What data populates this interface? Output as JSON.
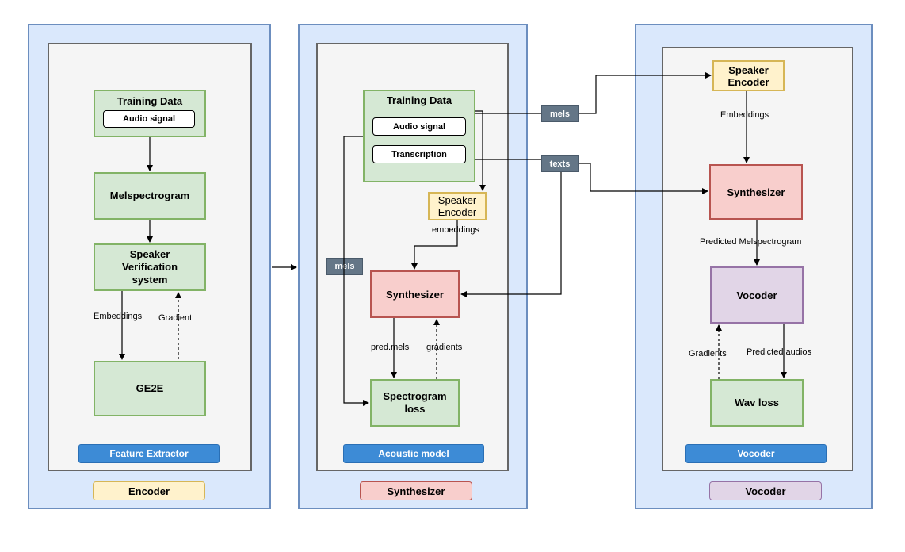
{
  "encoder": {
    "training_data": "Training Data",
    "audio_signal": "Audio signal",
    "melspectrogram": "Melspectrogram",
    "speaker_verification": "Speaker Verification system",
    "embeddings": "Embeddings",
    "gradient": "Gradient",
    "ge2e": "GE2E",
    "module_label": "Feature Extractor",
    "stage_label": "Encoder"
  },
  "synthesizer": {
    "training_data": "Training Data",
    "audio_signal": "Audio signal",
    "transcription": "Transcription",
    "speaker_encoder": "Speaker Encoder",
    "embeddings": "embeddings",
    "mels": "mels",
    "synthesizer": "Synthesizer",
    "pred_mels": "pred.mels",
    "gradients": "gradients",
    "spectrogram_loss": "Spectrogram loss",
    "module_label": "Acoustic model",
    "stage_label": "Synthesizer"
  },
  "connectors": {
    "mels": "mels",
    "texts": "texts"
  },
  "vocoder": {
    "speaker_encoder": "Speaker Encoder",
    "embeddings": "Embeddings",
    "synthesizer": "Synthesizer",
    "predicted_melspectrogram": "Predicted Melspectrogram",
    "vocoder": "Vocoder",
    "gradients": "Gradients",
    "predicted_audios": "Predicted audios",
    "wav_loss": "Wav loss",
    "module_label": "Vocoder",
    "stage_label": "Vocoder"
  },
  "colors": {
    "panel_fill": "#dae8fc",
    "panel_stroke": "#6c8ebf",
    "green_fill": "#d5e8d4",
    "red_fill": "#f8cecc",
    "yellow_fill": "#fff2cc",
    "purple_fill": "#e1d5e7",
    "button_blue": "#3d8bd6",
    "chip_gray": "#647687"
  }
}
